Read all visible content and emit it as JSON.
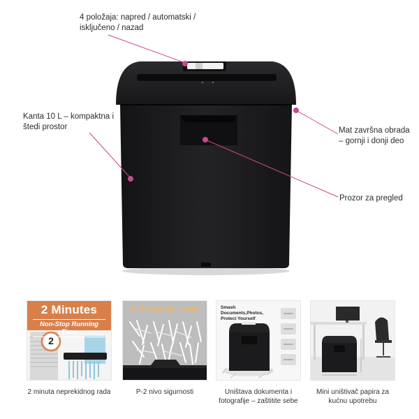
{
  "callouts": {
    "switch": "4 položaja: napred / automatski / isključeno / nazad",
    "bin": "Kanta 10 L – kompaktna i štedi prostor",
    "finish": "Mat završna obrada – gornji i donji deo",
    "window": "Prozor za pregled"
  },
  "thumbnails": [
    {
      "title": "2 Minutes",
      "subtitle": "Non-Stop Running Time",
      "badge": "2",
      "caption": "2 minuta neprekidnog rada"
    },
    {
      "title": "P-2 Security Level",
      "caption": "P-2 nivo sigurnosti"
    },
    {
      "title": "Smash Documents,Photos, Protect Yourself",
      "caption": "Uništava dokumenta i fotografije – zaštitite sebe"
    },
    {
      "caption": "Mini uništivač papira za kućnu upotrebu"
    }
  ],
  "colors": {
    "accent": "#c8488e",
    "product": "#1c1c1e",
    "banner": "#d9804a"
  }
}
